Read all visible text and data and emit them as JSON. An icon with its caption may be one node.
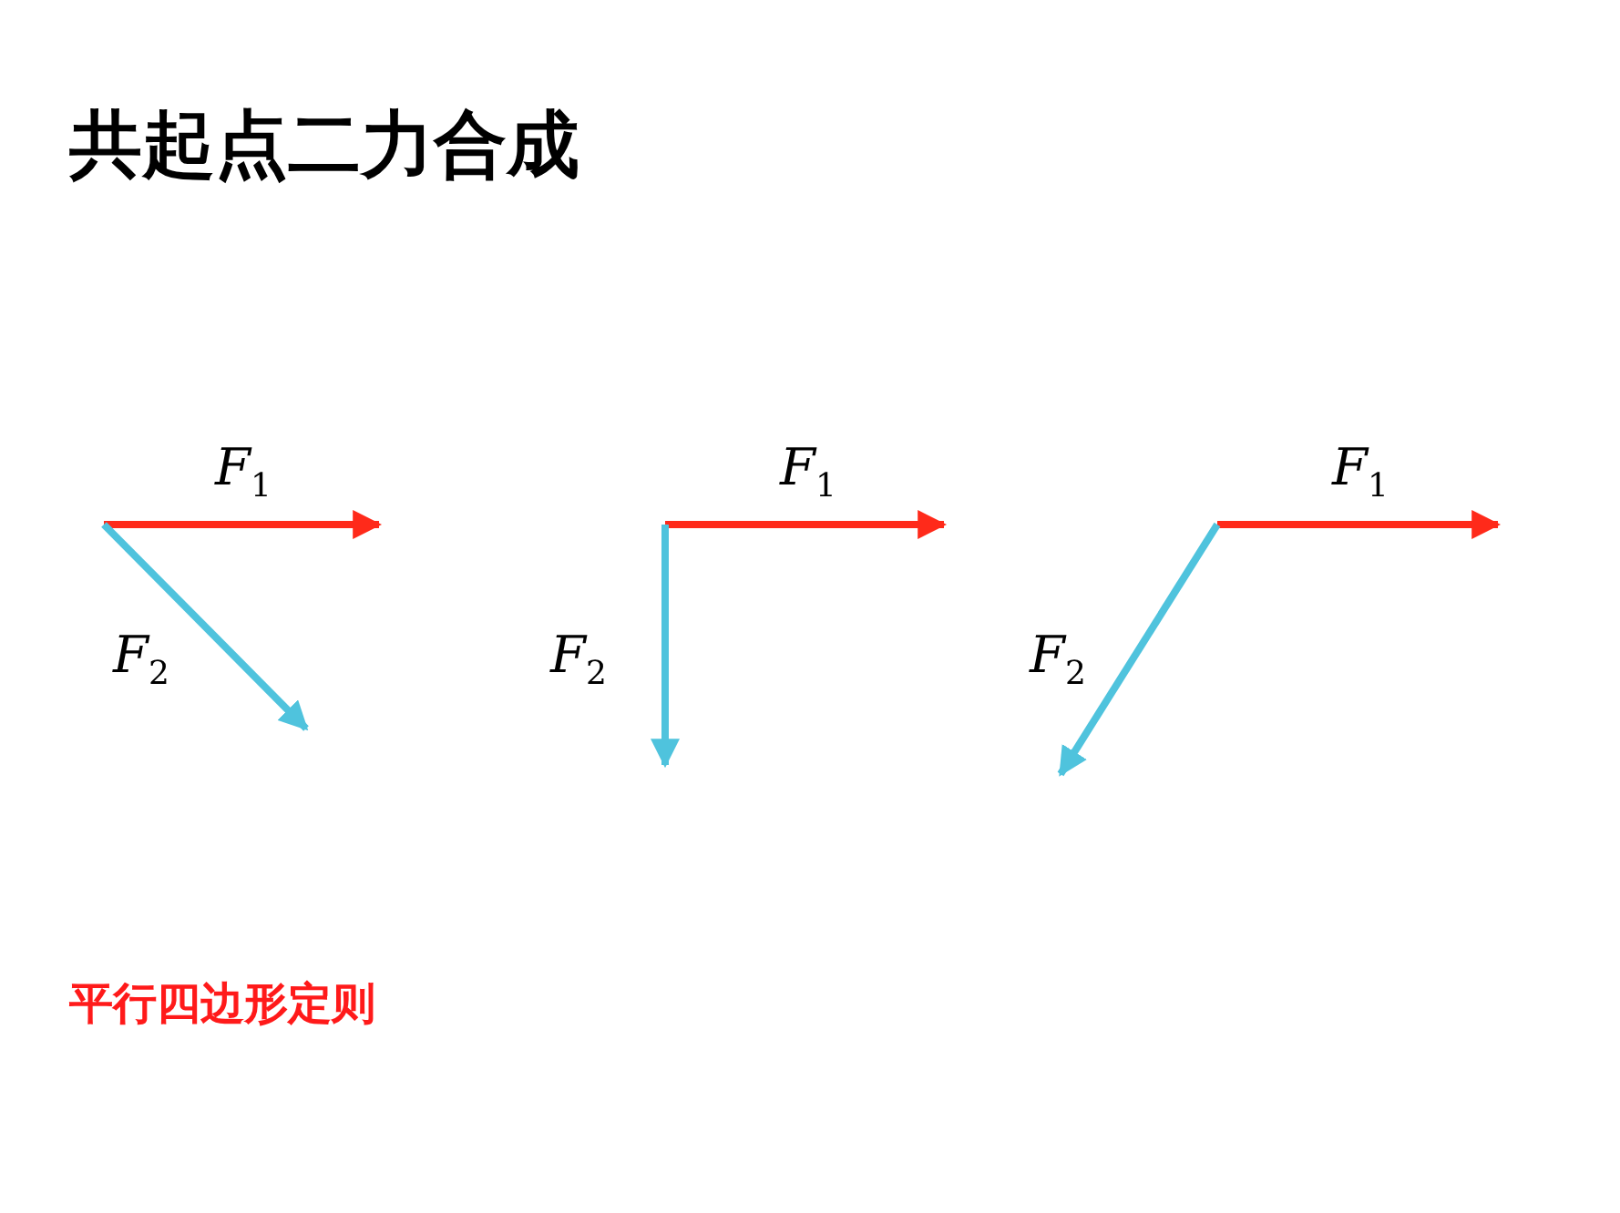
{
  "diagram": {
    "title": "共起点二力合成",
    "labels": [
      "F$_{1}$",
      "F$_{2}$",
      "F$_{1}$",
      "F$_{2}$",
      "F$_{1}$",
      "F$_{2}$"
    ],
    "caption": "平行四边形定则"
  }
}
